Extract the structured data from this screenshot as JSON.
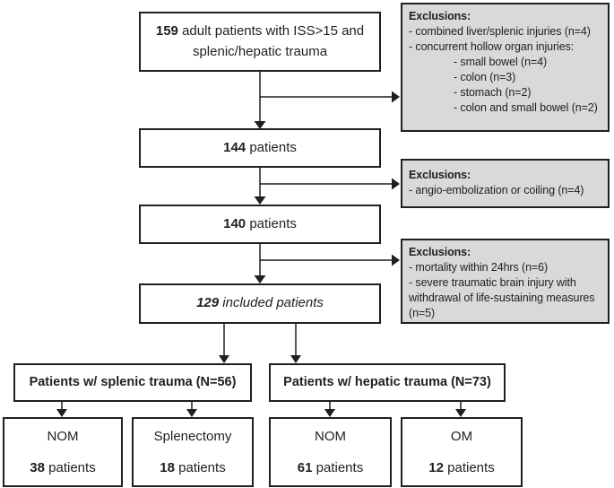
{
  "flow": {
    "top_box": {
      "count": "159",
      "label": "adult patients with ISS>15 and splenic/hepatic trauma"
    },
    "box_144": {
      "count": "144",
      "label": "patients"
    },
    "box_140": {
      "count": "140",
      "label": "patients"
    },
    "box_129": {
      "count": "129",
      "label": "included patients"
    },
    "splenic_header": "Patients w/ splenic trauma (N=56)",
    "hepatic_header": "Patients w/ hepatic trauma (N=73)",
    "outcome_boxes": [
      {
        "label": "NOM",
        "count": "38",
        "unit": "patients"
      },
      {
        "label": "Splenectomy",
        "count": "18",
        "unit": "patients"
      },
      {
        "label": "NOM",
        "count": "61",
        "unit": "patients"
      },
      {
        "label": "OM",
        "count": "12",
        "unit": "patients"
      }
    ]
  },
  "exclusions": [
    {
      "title": "Exclusions:",
      "items": [
        {
          "text": "- combined liver/splenic injuries (n=4)",
          "indent": 0
        },
        {
          "text": "- concurrent hollow organ injuries:",
          "indent": 0
        },
        {
          "text": "- small bowel (n=4)",
          "indent": 1
        },
        {
          "text": "- colon (n=3)",
          "indent": 1
        },
        {
          "text": "- stomach (n=2)",
          "indent": 1
        },
        {
          "text": "- colon and small bowel (n=2)",
          "indent": 1
        }
      ]
    },
    {
      "title": "Exclusions:",
      "items": [
        {
          "text": "- angio-embolization or coiling (n=4)",
          "indent": 0
        }
      ]
    },
    {
      "title": "Exclusions:",
      "items": [
        {
          "text": "- mortality within 24hrs (n=6)",
          "indent": 0
        },
        {
          "text": "- severe traumatic brain injury with withdrawal of life-sustaining measures (n=5)",
          "indent": 0
        }
      ]
    }
  ],
  "colors": {
    "box_border": "#1f1f1f",
    "arrow": "#1f1f1f",
    "text": "#1f1f1f",
    "exclusion_bg": "#d9d9d9",
    "background": "#ffffff"
  }
}
